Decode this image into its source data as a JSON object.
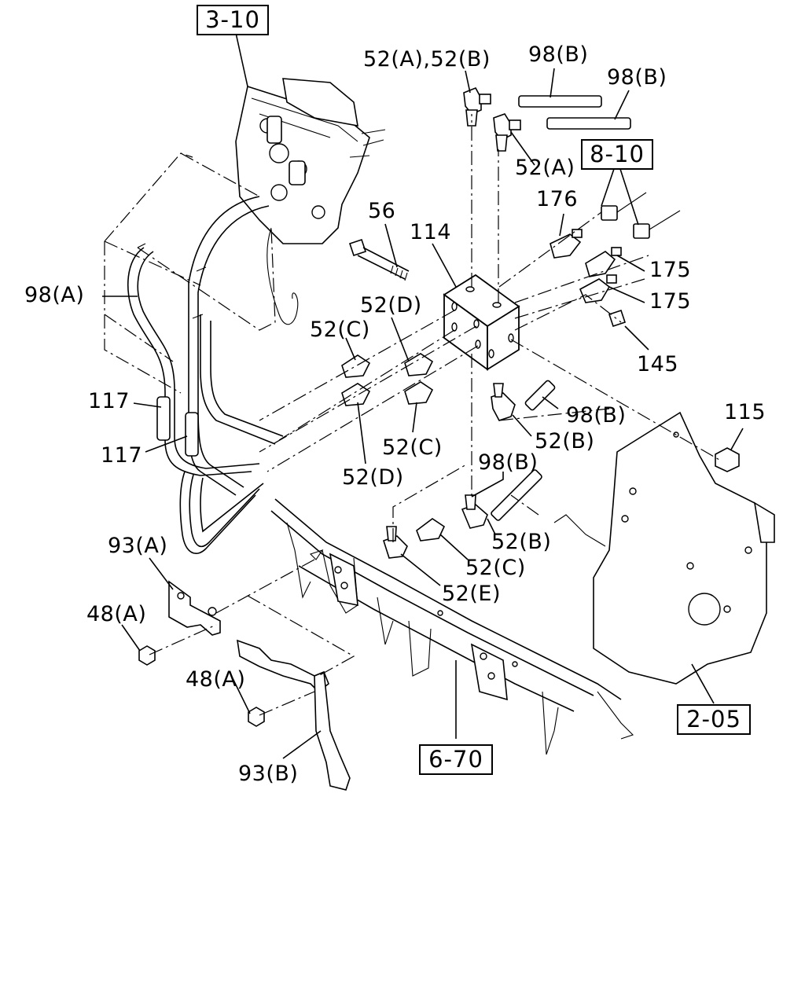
{
  "reference_boxes": {
    "r_3_10": "3-10",
    "r_8_10": "8-10",
    "r_2_05": "2-05",
    "r_6_70": "6-70"
  },
  "labels": {
    "l_52ab": "52(A),52(B)",
    "l_98b_1": "98(B)",
    "l_98b_2": "98(B)",
    "l_52a": "52(A)",
    "l_176": "176",
    "l_56": "56",
    "l_114": "114",
    "l_98a": "98(A)",
    "l_175_1": "175",
    "l_175_2": "175",
    "l_52d_1": "52(D)",
    "l_52c_1": "52(C)",
    "l_145": "145",
    "l_117_1": "117",
    "l_98b_3": "98(B)",
    "l_115": "115",
    "l_52b_1": "52(B)",
    "l_117_2": "117",
    "l_52c_2": "52(C)",
    "l_52d_2": "52(D)",
    "l_98b_4": "98(B)",
    "l_93a": "93(A)",
    "l_52b_2": "52(B)",
    "l_52c_3": "52(C)",
    "l_52e": "52(E)",
    "l_48a_1": "48(A)",
    "l_48a_2": "48(A)",
    "l_93b": "93(B)"
  }
}
